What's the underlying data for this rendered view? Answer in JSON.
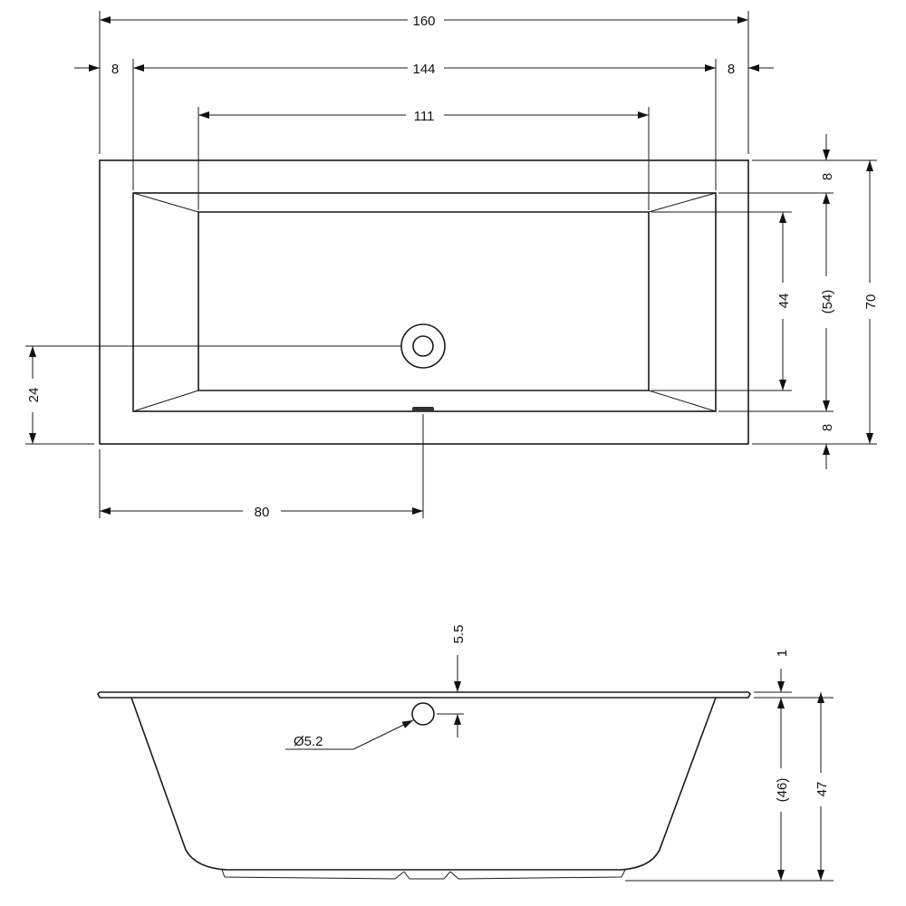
{
  "colors": {
    "line": "#1a1a1a",
    "background": "#ffffff"
  },
  "top_view": {
    "overall_length": "160",
    "rim_left": "8",
    "inner_length": "144",
    "rim_right": "8",
    "floor_length": "111",
    "rim_top": "8",
    "inner_width": "(54)",
    "overall_width": "70",
    "floor_width": "44",
    "rim_bottom": "8",
    "drain_offset_y": "24",
    "drain_offset_x": "80"
  },
  "side_view": {
    "overflow_height": "5.5",
    "rim_thickness": "1",
    "overflow_diameter": "Ø5.2",
    "inner_depth": "(46)",
    "overall_height": "47"
  }
}
